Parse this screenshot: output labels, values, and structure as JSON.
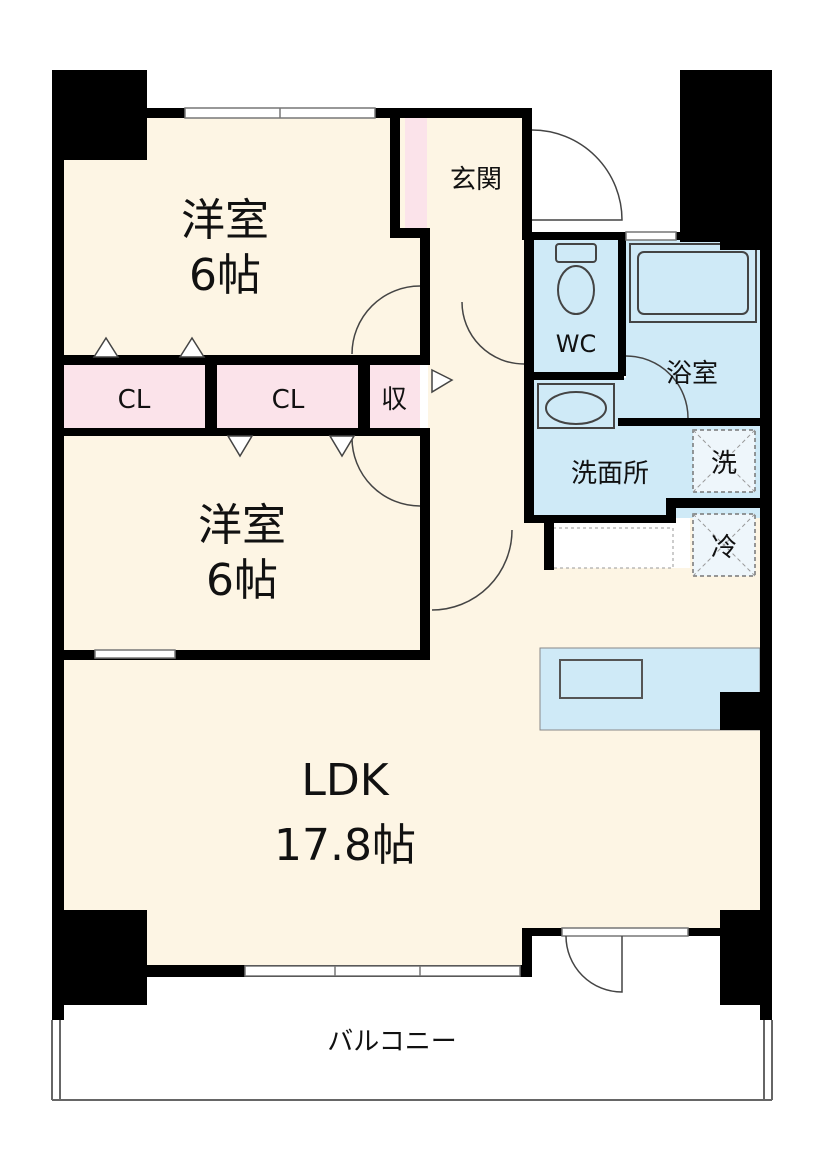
{
  "rooms": {
    "western_room_1": {
      "name": "洋室",
      "size": "6帖"
    },
    "western_room_2": {
      "name": "洋室",
      "size": "6帖"
    },
    "ldk": {
      "name": "LDK",
      "size": "17.8帖"
    },
    "entrance": "玄関",
    "closet_1": "CL",
    "closet_2": "CL",
    "storage": "収",
    "toilet": "WC",
    "bathroom": "浴室",
    "washroom": "洗面所",
    "washing_machine": "洗",
    "refrigerator": "冷",
    "balcony": "バルコニー"
  },
  "colors": {
    "floor": "#fdf5e4",
    "wet_area": "#cfeaf7",
    "closet": "#fbe3ea",
    "wall": "#000000"
  }
}
